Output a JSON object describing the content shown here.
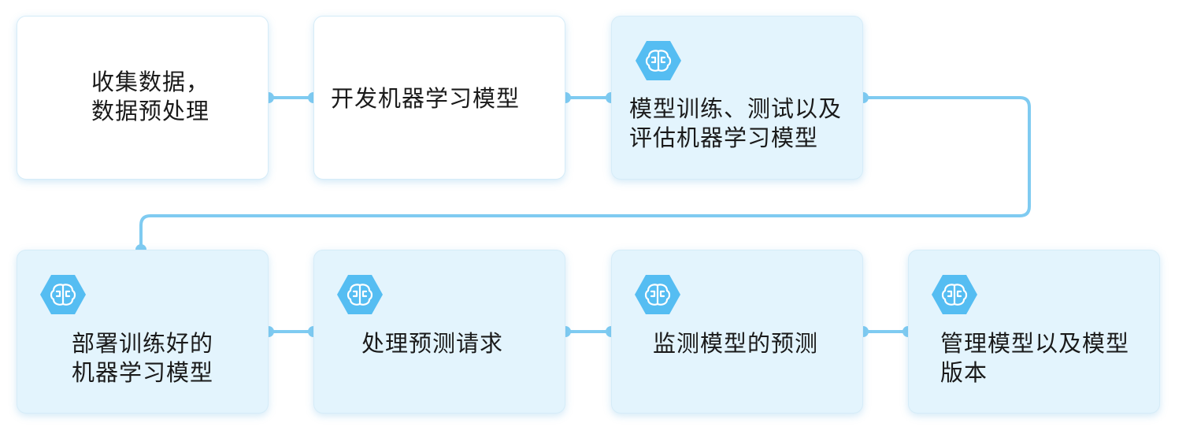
{
  "colors": {
    "connector": "#7fcbf1",
    "badge": "#55bdf2",
    "card_tinted": "#e3f4fd",
    "card_plain": "#ffffff",
    "text": "#1a1a1a"
  },
  "steps": [
    {
      "label": "收集数据，\n数据预处理",
      "icon": "none"
    },
    {
      "label": "开发机器学习模型",
      "icon": "none"
    },
    {
      "label": "模型训练、测试以及\n评估机器学习模型",
      "icon": "brain-hexagon-icon"
    },
    {
      "label": "部署训练好的\n机器学习模型",
      "icon": "brain-hexagon-icon"
    },
    {
      "label": "处理预测请求",
      "icon": "brain-hexagon-icon"
    },
    {
      "label": "监测模型的预测",
      "icon": "brain-hexagon-icon"
    },
    {
      "label": "管理模型以及模型\n版本",
      "icon": "brain-hexagon-icon"
    }
  ]
}
